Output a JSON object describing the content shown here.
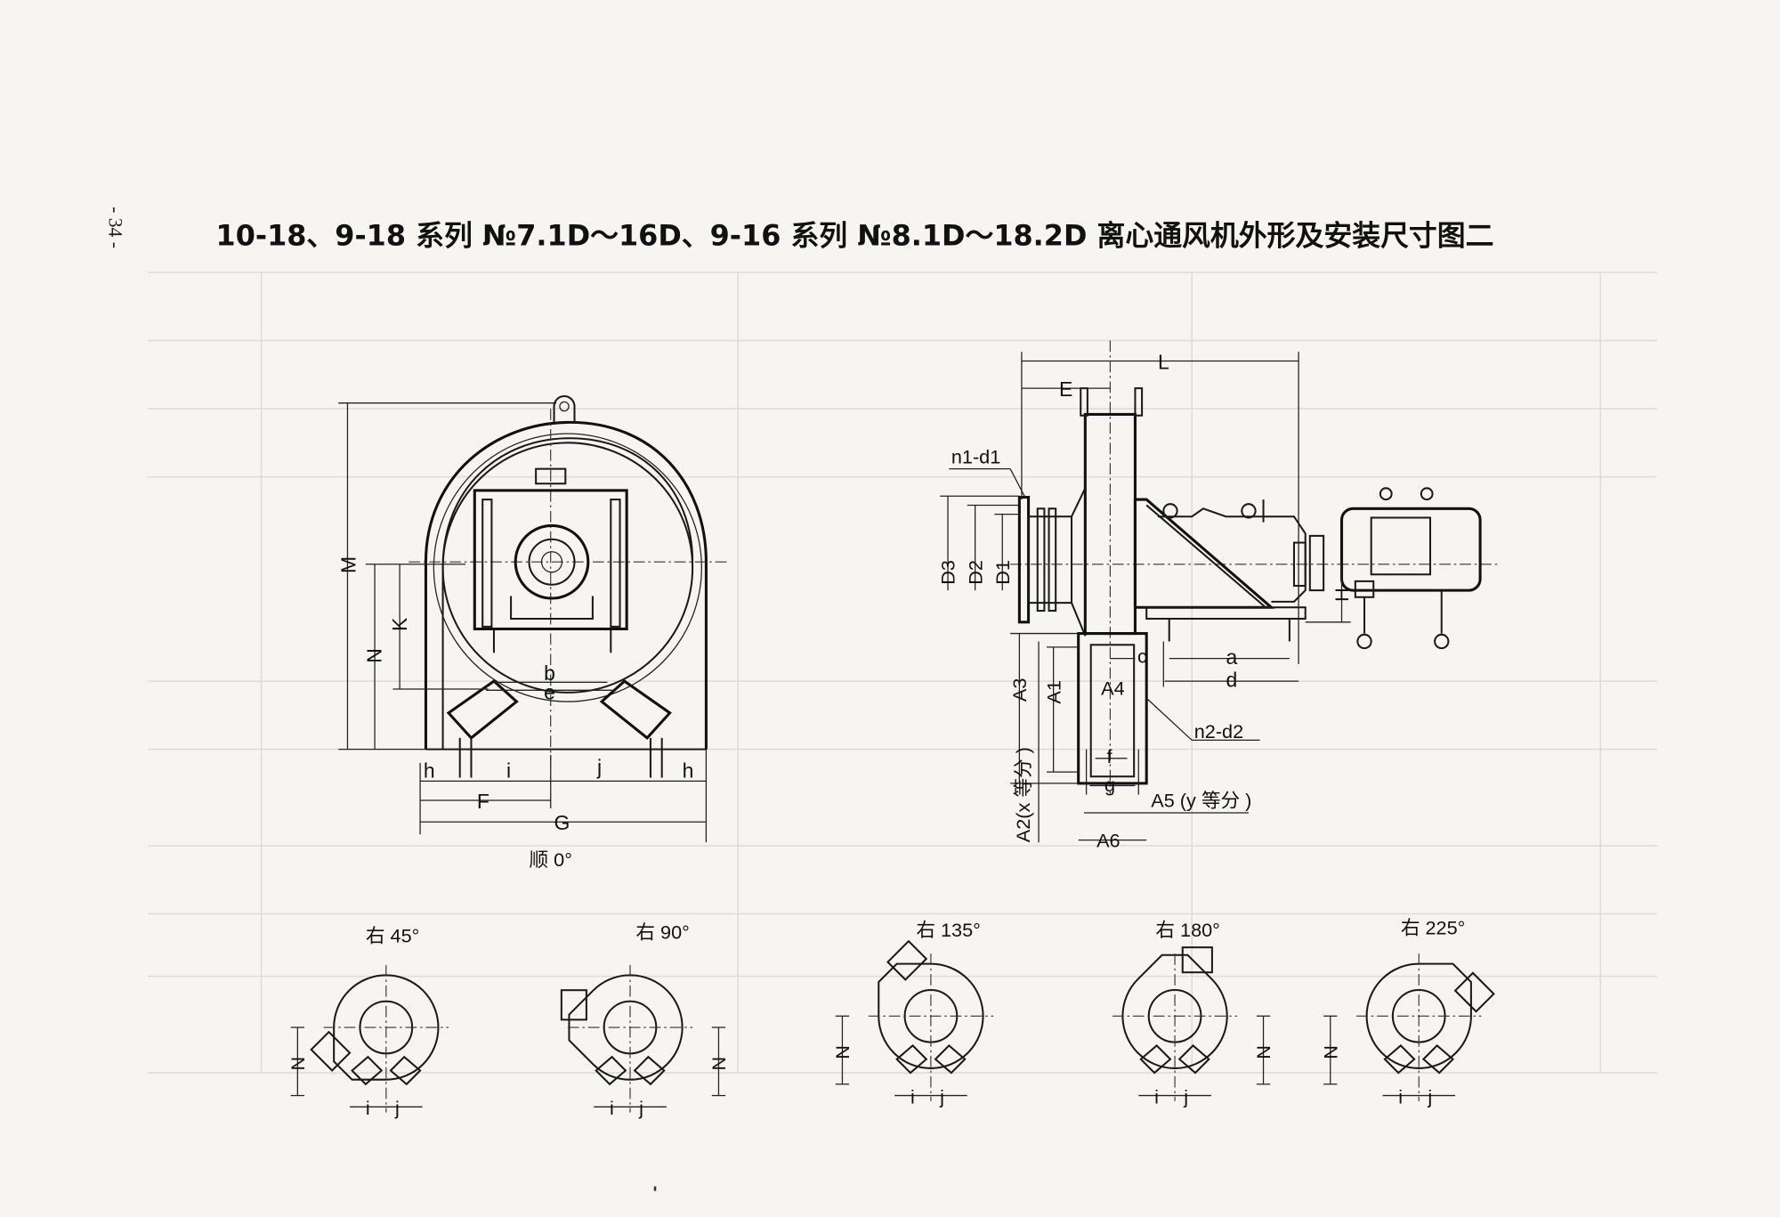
{
  "page": {
    "page_number": "- 34 -",
    "title": "10-18、9-18 系列 №7.1D～16D、9-16 系列 №8.1D～18.2D 离心通风机外形及安装尺寸图二"
  },
  "front_view": {
    "caption": "顺 0°",
    "labels": {
      "M": "M",
      "N": "N",
      "K": "K",
      "b": "b",
      "e": "e",
      "h_left": "h",
      "i": "i",
      "j": "j",
      "h_right": "h",
      "F": "F",
      "G": "G"
    }
  },
  "side_view": {
    "labels": {
      "L": "L",
      "E": "E",
      "n1d1": "n1-d1",
      "D3": "D3",
      "D2": "D2",
      "D1": "D1",
      "H": "H",
      "a": "a",
      "d": "d",
      "c": "c",
      "A3": "A3",
      "A1": "A1",
      "A4": "A4",
      "n2d2": "n2-d2",
      "f": "f",
      "g": "g",
      "A5": "A5 (y 等分 )",
      "A2": "A2(x 等分 )",
      "A6": "A6"
    }
  },
  "rotation_views": [
    {
      "caption": "右 45°",
      "angle": 45,
      "N": "N",
      "i": "i",
      "j": "j"
    },
    {
      "caption": "右 90°",
      "angle": 90,
      "N": "N",
      "i": "i",
      "j": "j"
    },
    {
      "caption": "右 135°",
      "angle": 135,
      "N": "N",
      "i": "i",
      "j": "j"
    },
    {
      "caption": "右 180°",
      "angle": 180,
      "N": "N",
      "i": "i",
      "j": "j"
    },
    {
      "caption": "右 225°",
      "angle": 225,
      "N": "N",
      "i": "i",
      "j": "j"
    }
  ]
}
